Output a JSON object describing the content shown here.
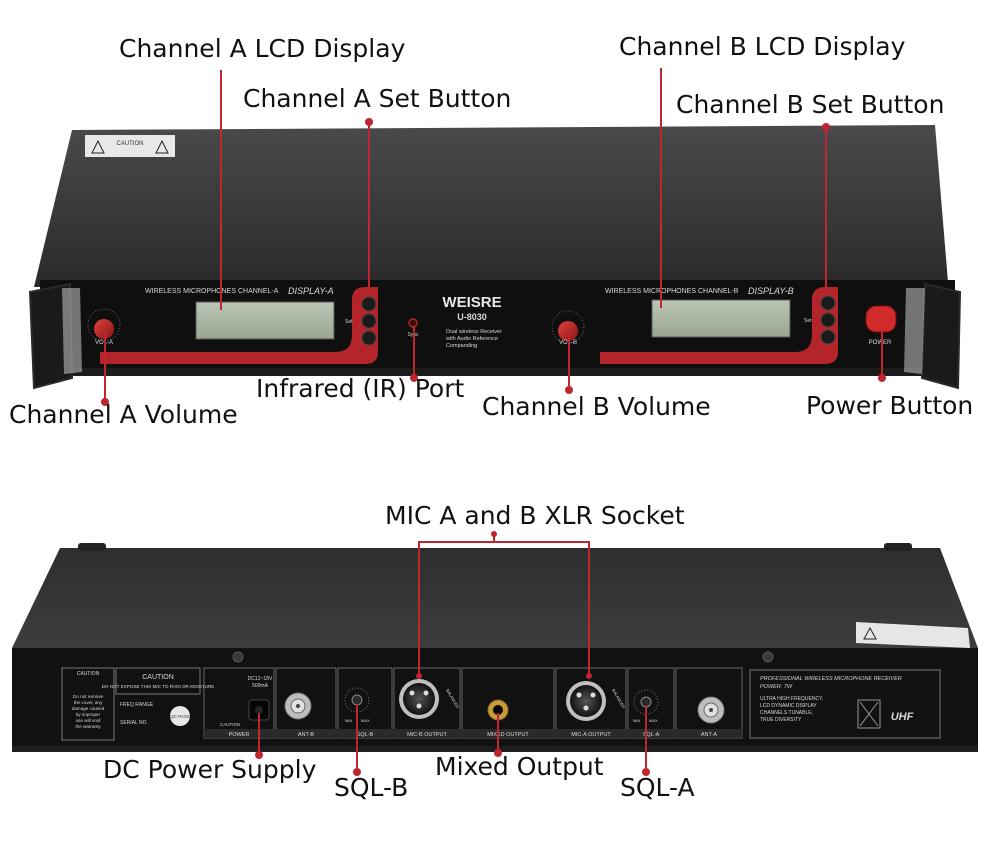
{
  "front_panel": {
    "caution_label": "CAUTION",
    "channel_a_title": "WIRELESS MICROPHONES CHANNEL-A",
    "display_a_label": "DISPLAY-A",
    "channel_b_title": "WIRELESS MICROPHONES CHANNEL-B",
    "display_b_label": "DISPLAY-B",
    "brand": "WEISRE",
    "model": "U-8030",
    "tagline_line1": "Dual wireless Receiver",
    "tagline_line2": "with Audio Reference",
    "tagline_line3": "Companding",
    "ir_label": "Sync",
    "vol_a_label": "VOL-A",
    "vol_b_label": "VOL-B",
    "power_label": "POWER",
    "set_label": "Set"
  },
  "rear_panel": {
    "caution_title": "CAUTION",
    "caution_text": "DO NOT EXPOSE THIS MIC TO RAIN OR MOISTURE",
    "warning_text_1": "Do not remove",
    "warning_text_2": "the cover, any",
    "warning_text_3": "damage caused",
    "warning_text_4": "by improper",
    "warning_text_5": "use will void",
    "warning_text_6": "the warranty",
    "freq_range_label": "FREQ RANGE",
    "serial_label": "SERIAL NO.",
    "pass_badge": "QC PASS",
    "dc_spec_1": "DC12~18V",
    "dc_spec_2": "500mA",
    "dc_caution": "CAUTION",
    "power_section": "POWER",
    "ant_b_section": "ANT-B",
    "sql_b_section": "SQL-B",
    "mic_b_output": "MIC-B OUTPUT",
    "mixed_output": "MIXED OUTPUT",
    "mic_a_output": "MIC-A OUTPUT",
    "sql_a_section": "SQL-A",
    "ant_a_section": "ANT-A",
    "min_label": "MIN",
    "max_label": "MAX",
    "balanced": "BALANCED",
    "info_line_1": "PROFESSIONAL WIRELESS MICROPHONE RECEIVER",
    "info_line_2": "POWER: 7W",
    "info_line_3": "ULTRA HIGH FREQUENCY,",
    "info_line_4": "LCD DYNAMIC DISPLAY",
    "info_line_5": "CHANNELS TUNABLE,",
    "info_line_6": "TRUE DIVERSITY",
    "uhf_badge": "UHF"
  },
  "callouts": {
    "channel_a_lcd": "Channel A LCD Display",
    "channel_a_set": "Channel A Set Button",
    "channel_b_lcd": "Channel B LCD Display",
    "channel_b_set": "Channel B Set Button",
    "channel_a_volume": "Channel A Volume",
    "infrared_port": "Infrared (IR) Port",
    "channel_b_volume": "Channel B Volume",
    "power_button": "Power Button",
    "mic_xlr": "MIC A and B XLR Socket",
    "dc_power": "DC Power Supply",
    "sql_b": "SQL-B",
    "mixed_output": "Mixed Output",
    "sql_a": "SQL-A"
  },
  "colors": {
    "accent_red": "#c0262f",
    "chassis_top": "#3a3a3c",
    "panel_black": "#141414",
    "lcd_green": "#aeb8a6"
  }
}
